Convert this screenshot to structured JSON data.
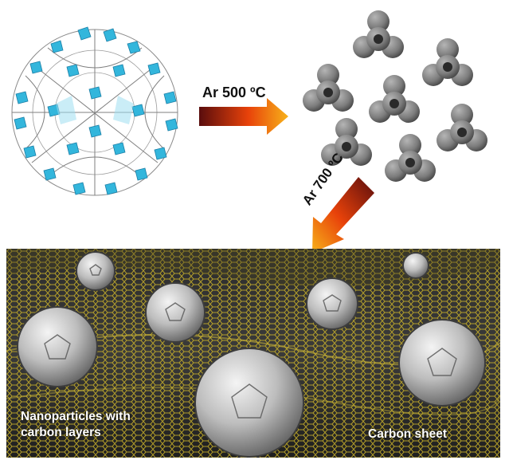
{
  "steps": {
    "step1_label": "Ar 500 ºC",
    "step2_label": "Ar 700 ºC"
  },
  "labels": {
    "nanoparticles_line1": "Nanoparticles with",
    "nanoparticles_line2": "carbon layers",
    "carbon_sheet": "Carbon sheet"
  },
  "colors": {
    "mof_polyhedra": "#33b6dc",
    "cluster_gray": "#7c7c7c",
    "arrow_start": "#5a0d0d",
    "arrow_mid": "#e8420a",
    "arrow_end": "#f7b21a",
    "graphene_yellow": "#c9b12a",
    "background_dark": "#2a2a2a",
    "label_text": "#ffffff"
  },
  "icons": {
    "mof_cage": "mof-cage-icon",
    "cluster": "triangular-cluster-icon",
    "fullerene": "fullerene-sphere-icon"
  }
}
